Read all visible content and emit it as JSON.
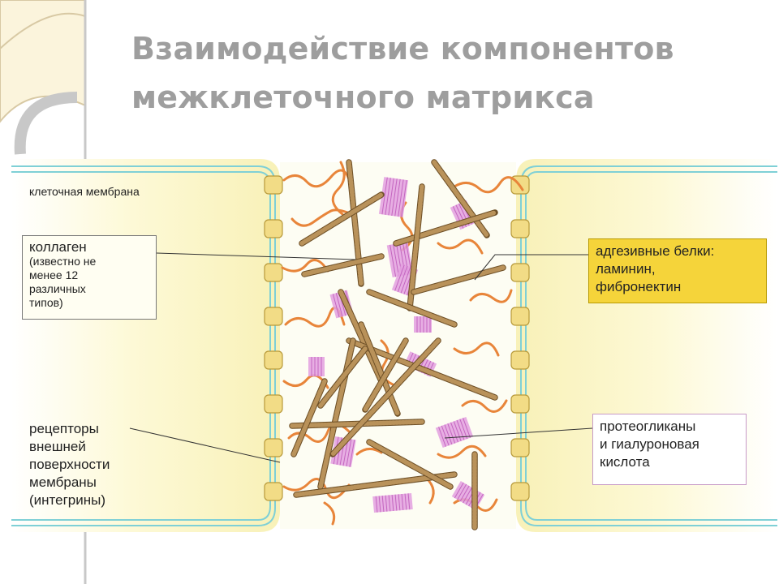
{
  "title": {
    "line1": "Взаимодействие компонентов",
    "line2": "межклеточного матрикса"
  },
  "labels": {
    "membrane": "клеточная мембрана",
    "collagen": {
      "title": "коллаген",
      "note": [
        "(известно не",
        "менее 12",
        "различных",
        "типов)"
      ]
    },
    "receptors": [
      "рецепторы",
      "внешней",
      "поверхности",
      "мембраны",
      "(интегрины)"
    ],
    "adhesive": [
      "адгезивные белки:",
      "ламинин,",
      "фибронектин"
    ],
    "proteoglycans": [
      "протеогликаны",
      "и гиалуроновая",
      "кислота"
    ]
  },
  "colors": {
    "title": "#9e9e9e",
    "cell_fill": "#fbf7c8",
    "membrane_line": "#7fd0d6",
    "receptor": "#f2dc86",
    "collagen": "#b9925a",
    "fiber": "#e8853a",
    "proteoglycan": "#e3a0df",
    "adhesive_box": "#f5d43a"
  }
}
